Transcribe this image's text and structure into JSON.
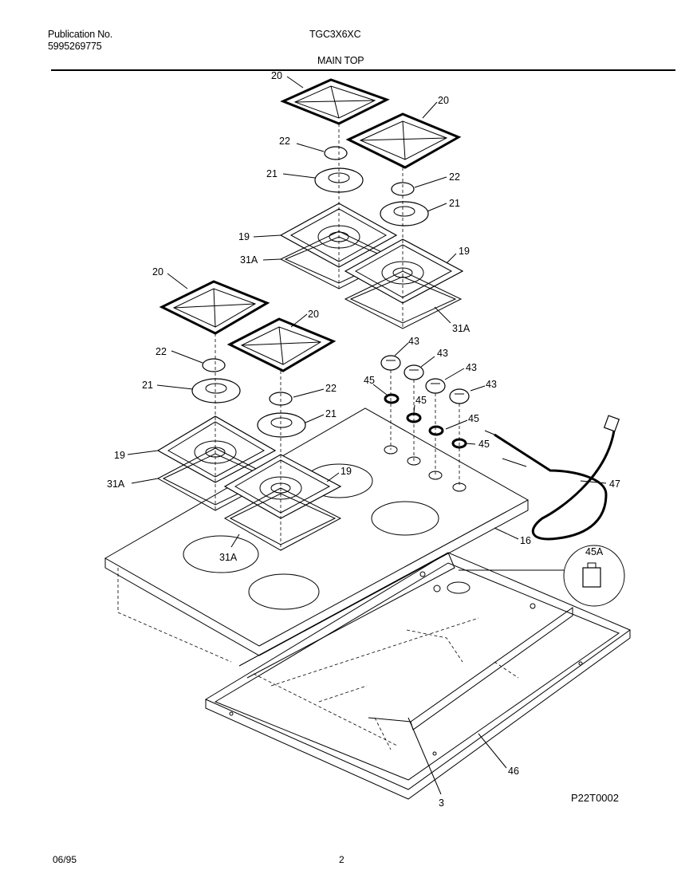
{
  "header": {
    "publication_label": "Publication No.",
    "publication_number": "5995269775",
    "model": "TGC3X6XC",
    "section_title": "MAIN TOP"
  },
  "footer": {
    "date": "06/95",
    "page": "2",
    "drawing_code": "P22T0002"
  },
  "callouts": {
    "grate_20": "20",
    "cap_22": "22",
    "ring_21": "21",
    "pan_19": "19",
    "gasket_31a": "31A",
    "knob_43": "43",
    "seal_45": "45",
    "insert_45a": "45A",
    "cooktop_16": "16",
    "cord_47": "47",
    "box_46": "46",
    "part_3": "3"
  }
}
